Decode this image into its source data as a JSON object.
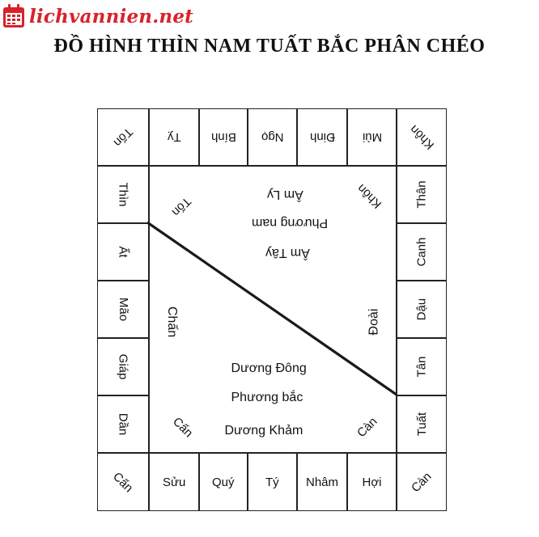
{
  "header": {
    "brand": "lichvannien.net",
    "title": "ĐỒ HÌNH THÌN NAM TUẤT BẮC PHÂN CHÉO"
  },
  "grid": {
    "top": [
      "Tốn",
      "Tỵ",
      "Bính",
      "Ngọ",
      "Đinh",
      "Mùi",
      "Khôn"
    ],
    "right": [
      "Thân",
      "Canh",
      "Dậu",
      "Tân",
      "Tuất"
    ],
    "bottom": [
      "Cấn",
      "Sửu",
      "Quý",
      "Tý",
      "Nhâm",
      "Hợi",
      "Càn"
    ],
    "left": [
      "Thìn",
      "Ất",
      "Mão",
      "Giáp",
      "Dần"
    ]
  },
  "inner": {
    "corner_tl": "Tốn",
    "corner_tr": "Khôn",
    "upper_1": "Âm    Ly",
    "upper_2": "Phương nam",
    "upper_3": "Âm Tây",
    "left_side": "Chấn",
    "right_side": "Đoài",
    "lower_1": "Dương Đông",
    "lower_2": "Phương bắc",
    "lower_3": "Dương   Khảm",
    "corner_bl": "Cấn",
    "corner_br": "Càn"
  },
  "colors": {
    "brand": "#d8222a",
    "lines": "#222222"
  }
}
